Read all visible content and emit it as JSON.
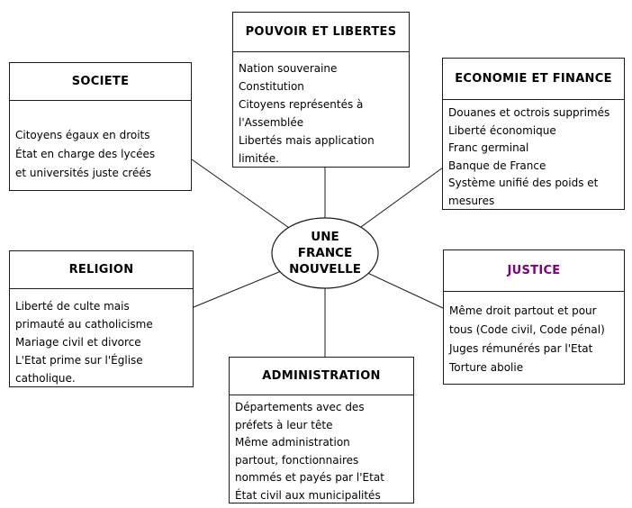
{
  "title": "UNE FRANCE NOUVELLE",
  "colors": {
    "background": "#ffffff",
    "line": "#1a1a1a",
    "default_title": "#000000",
    "justice_title": "#800080"
  },
  "center": {
    "lines": [
      "UNE",
      "FRANCE",
      "NOUVELLE"
    ]
  },
  "nodes": [
    {
      "id": "pouvoir-et-libertes",
      "title": "POUVOIR ET LIBERTES",
      "title_color": "#000000",
      "lines": [
        "Nation souveraine",
        "Constitution",
        "Citoyens représentés à",
        "l'Assemblée",
        "Libertés mais application",
        "limitée."
      ]
    },
    {
      "id": "societe",
      "title": "SOCIETE",
      "title_color": "#000000",
      "lines": [
        "Citoyens égaux en droits",
        "État en charge des lycées",
        "et universités juste créés"
      ]
    },
    {
      "id": "economie-et-finance",
      "title": "ECONOMIE ET FINANCE",
      "title_color": "#000000",
      "lines": [
        "Douanes et octrois supprimés",
        "Liberté économique",
        "Franc germinal",
        "Banque de France",
        "Système unifié des poids et",
        "mesures"
      ]
    },
    {
      "id": "religion",
      "title": "RELIGION",
      "title_color": "#000000",
      "lines": [
        "Liberté de culte mais",
        "primauté au catholicisme",
        "Mariage civil et divorce",
        "L'Etat prime sur l'Église",
        "catholique."
      ]
    },
    {
      "id": "justice",
      "title": "JUSTICE",
      "title_color": "#800080",
      "lines": [
        "Même droit partout et pour",
        "tous (Code civil, Code pénal)",
        "Juges rémunérés par l'Etat",
        "Torture abolie"
      ]
    },
    {
      "id": "administration",
      "title": "ADMINISTRATION",
      "title_color": "#000000",
      "lines": [
        "Départements avec des",
        "préfets à leur tête",
        "Même administration",
        "partout, fonctionnaires",
        "nommés et payés par l'Etat",
        "État civil aux municipalités"
      ]
    }
  ]
}
